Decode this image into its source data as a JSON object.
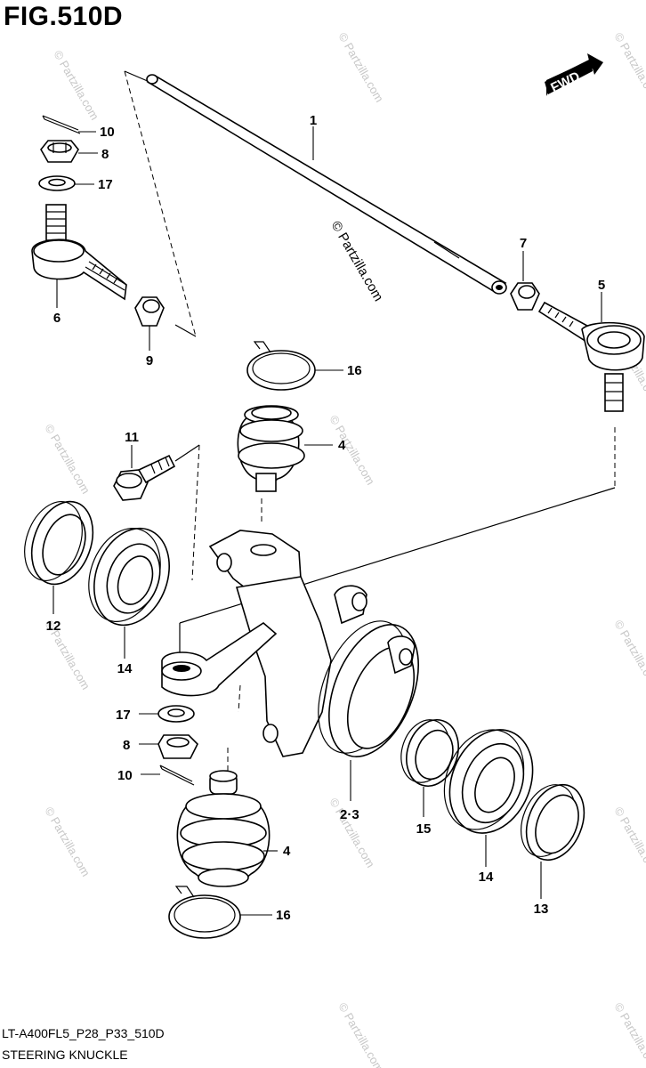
{
  "figure": {
    "title": "FIG.510D",
    "model_code": "LT-A400FL5_P28_P33_510D",
    "name": "STEERING KNUCKLE"
  },
  "direction_badge": "FWD",
  "watermark": {
    "main": "© Partzilla.com",
    "repeat": "© Partzilla.com"
  },
  "callouts": [
    {
      "id": "tie-rod",
      "label": "1"
    },
    {
      "id": "knuckle",
      "label": "2·3"
    },
    {
      "id": "ball-joint-upper",
      "label": "4"
    },
    {
      "id": "ball-joint-lower",
      "label": "4"
    },
    {
      "id": "tie-rod-end-right",
      "label": "5"
    },
    {
      "id": "tie-rod-end-left",
      "label": "6"
    },
    {
      "id": "locknut-right",
      "label": "7"
    },
    {
      "id": "nut-top",
      "label": "8"
    },
    {
      "id": "nut-lower",
      "label": "8"
    },
    {
      "id": "locknut-left",
      "label": "9"
    },
    {
      "id": "cotter-pin-top",
      "label": "10"
    },
    {
      "id": "cotter-pin-lower",
      "label": "10"
    },
    {
      "id": "bolt",
      "label": "11"
    },
    {
      "id": "oil-seal-left",
      "label": "12"
    },
    {
      "id": "oil-seal-right",
      "label": "13"
    },
    {
      "id": "bearing-left",
      "label": "14"
    },
    {
      "id": "bearing-right",
      "label": "14"
    },
    {
      "id": "spacer",
      "label": "15"
    },
    {
      "id": "circlip-upper",
      "label": "16"
    },
    {
      "id": "circlip-lower",
      "label": "16"
    },
    {
      "id": "washer-top",
      "label": "17"
    },
    {
      "id": "washer-lower",
      "label": "17"
    }
  ]
}
